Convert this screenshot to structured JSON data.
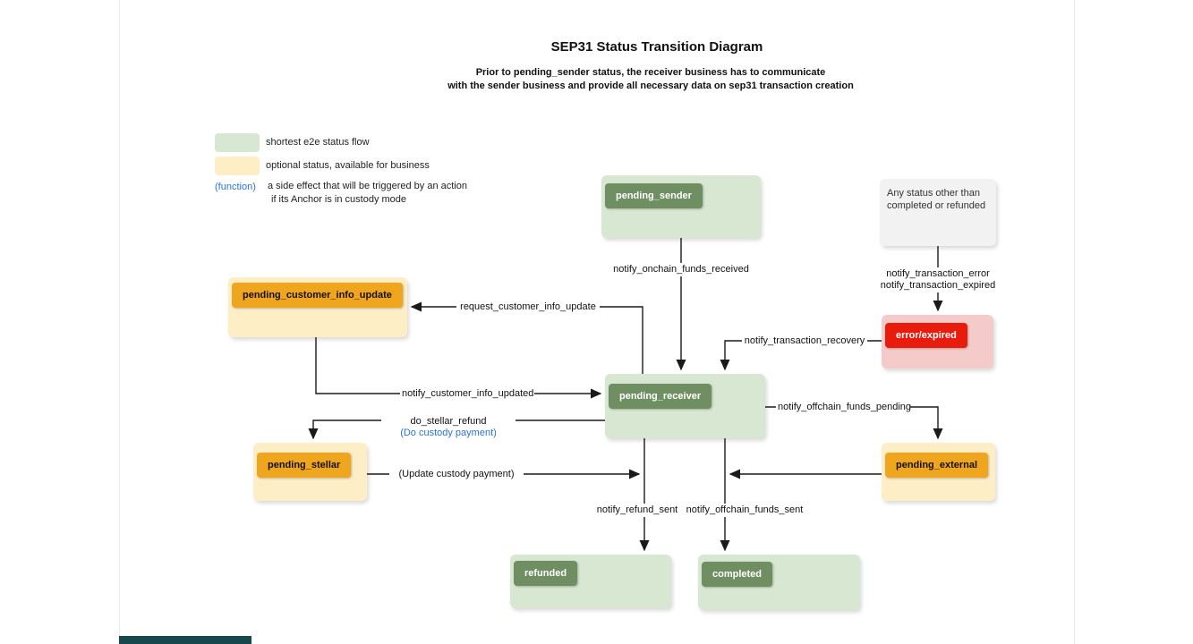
{
  "title": "SEP31 Status Transition Diagram",
  "subtitle": {
    "line1": "Prior to pending_sender status, the receiver business has to communicate",
    "line2": "with the sender business and provide all necessary data on sep31 transaction creation"
  },
  "legend": {
    "green_label": "shortest e2e status flow",
    "optional_label": "optional status, available for business",
    "function_token": "(function)",
    "function_line1": "a side effect that will be triggered by an action",
    "function_line2": "if its Anchor is in custody mode"
  },
  "nodes": {
    "pending_sender": "pending_sender",
    "any_status_line1": "Any status other than",
    "any_status_line2": "completed or refunded",
    "pending_customer_info_update": "pending_customer_info_update",
    "error_expired": "error/expired",
    "pending_receiver": "pending_receiver",
    "pending_stellar": "pending_stellar",
    "pending_external": "pending_external",
    "refunded": "refunded",
    "completed": "completed"
  },
  "edges": {
    "onchain": "notify_onchain_funds_received",
    "error_line1": "notify_transaction_error",
    "error_line2": "notify_transaction_expired",
    "recovery": "notify_transaction_recovery",
    "request_info": "request_customer_info_update",
    "info_updated": "notify_customer_info_updated",
    "stellar_refund": "do_stellar_refund",
    "stellar_refund_fn": "(Do custody payment)",
    "update_custody_fn": "(Update custody payment)",
    "refund_sent": "notify_refund_sent",
    "offchain_sent": "notify_offchain_funds_sent",
    "offchain_pending": "notify_offchain_funds_pending"
  },
  "colors": {
    "green_container": "#d7e7d2",
    "green_label": "#6f8f63",
    "optional_container": "#fdeec6",
    "optional_label": "#f0a51f",
    "error_container": "#f5cbca",
    "error_label": "#e81b0c",
    "neutral_container": "#f2f2f2",
    "function_blue": "#2b74d9",
    "arrow": "#1a1a1a"
  }
}
